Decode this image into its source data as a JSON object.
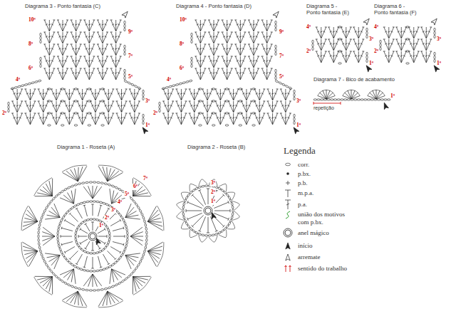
{
  "diagram": {
    "labels": [
      "Diagrama 3 - Ponto fantasia (C)",
      "10ª",
      "9ª",
      "8ª",
      "7ª",
      "6ª",
      "5ª",
      "4ª",
      "3ª",
      "2ª",
      "1ª",
      "Diagrama 4 - Ponto fantasia (D)",
      "10ª",
      "9ª",
      "8ª",
      "7ª",
      "6ª",
      "5ª",
      "4ª",
      "3ª",
      "2ª",
      "1ª",
      "Diagrama 5 - Ponto fantasia (E)",
      "4ª",
      "3ª",
      "2ª",
      "1ª",
      "Diagrama 6 - Ponto fantasia (F)",
      "4ª",
      "3ª",
      "2ª",
      "1ª",
      "Diagrama 7 - Bico de acabamento",
      "repetição",
      "1ª",
      "Diagrama 1 - Roseta (A)",
      "1ª",
      "2ª",
      "3ª",
      "4ª",
      "5ª",
      "6ª",
      "7ª",
      "Diagrama 2 - Roseta (B)",
      "3ª",
      "2ª",
      "1ª",
      "Legenda"
    ],
    "legend": [
      {
        "text": "corr."
      },
      {
        "text": "p.bx."
      },
      {
        "text": "p.b."
      },
      {
        "text": "m.p.a."
      },
      {
        "text": "p.a."
      },
      {
        "text": "união dos motivos com p.bx."
      },
      {
        "text": "anel mágico"
      },
      {
        "text": "início"
      },
      {
        "text": "arremate"
      },
      {
        "text": "sentido do trabalho"
      }
    ]
  }
}
